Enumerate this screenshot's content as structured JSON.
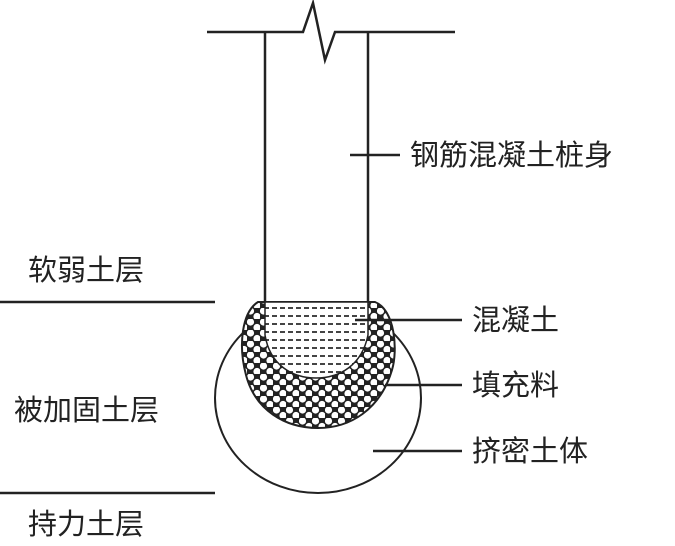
{
  "labels": {
    "pile_body": "钢筋混凝土桩身",
    "concrete": "混凝土",
    "filler": "填充料",
    "compacted_soil": "挤密土体",
    "soft_soil_layer": "软弱土层",
    "reinforced_soil_layer": "被加固土层",
    "bearing_layer": "持力土层"
  },
  "colors": {
    "line": "#222222"
  }
}
